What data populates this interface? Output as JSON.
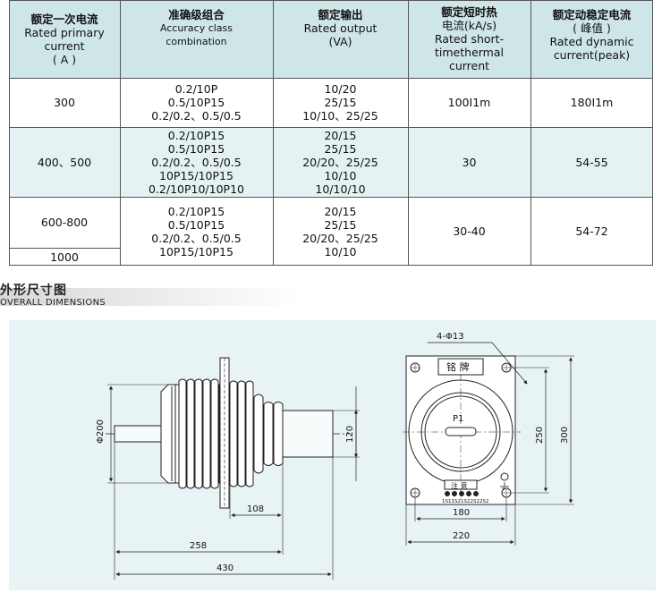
{
  "table": {
    "headers": [
      {
        "zh": "额定一次电流",
        "en": [
          "Rated primary",
          "current",
          "( A )"
        ]
      },
      {
        "zh": "准确级组合",
        "en": [
          "Accuracy class",
          "combination"
        ]
      },
      {
        "zh": "额定输出",
        "en": [
          "Rated output",
          "(VA)"
        ]
      },
      {
        "zh": "额定短时热",
        "en": [
          "电流(kA/s)",
          "Rated short-",
          "timethermal",
          "current"
        ]
      },
      {
        "zh": "额定动稳定电流",
        "en": [
          "( 峰值 )",
          "Rated dynamic",
          "current(peak)"
        ]
      }
    ],
    "rows": [
      {
        "current": "300",
        "accuracy": [
          "0.2/10P",
          "0.5/10P15",
          "0.2/0.2、0.5/0.5"
        ],
        "output": [
          "10/20",
          "25/15",
          "10/10、25/25"
        ],
        "thermal": "100I1m",
        "dynamic": "180I1m"
      },
      {
        "current": "400、500",
        "accuracy": [
          "0.2/10P15",
          "0.5/10P15",
          "0.2/0.2、0.5/0.5",
          "10P15/10P15",
          "0.2/10P10/10P10"
        ],
        "output": [
          "20/15",
          "25/15",
          "20/20、25/25",
          "10/10",
          "10/10/10"
        ],
        "thermal": "30",
        "dynamic": "54-55"
      },
      {
        "current": "600-800",
        "current2": "1000",
        "accuracy": [
          "0.2/10P15",
          "0.5/10P15",
          "0.2/0.2、0.5/0.5",
          "10P15/10P15"
        ],
        "output": [
          "20/15",
          "25/15",
          "20/20、25/25",
          "10/10"
        ],
        "thermal": "30-40",
        "dynamic": "54-72"
      }
    ]
  },
  "section": {
    "title_zh": "外形尺寸图",
    "title_en": "OVERALL DIMENSIONS"
  },
  "drawing": {
    "side_view": {
      "dim_diameter": "Φ200",
      "dim_height": "120",
      "dim_108": "108",
      "dim_258": "258",
      "dim_430": "430"
    },
    "front_view": {
      "hole_label": "4-Φ13",
      "nameplate": "铭 牌",
      "terminal_label": "P1",
      "note_plate": "注 意",
      "secondary_terminals": "1S11S21S22S22S2",
      "dim_180": "180",
      "dim_220": "220",
      "dim_250": "250",
      "dim_300": "300"
    },
    "colors": {
      "background": "#e8f3f5",
      "header": "#cfe6e9",
      "line": "#222222"
    }
  }
}
